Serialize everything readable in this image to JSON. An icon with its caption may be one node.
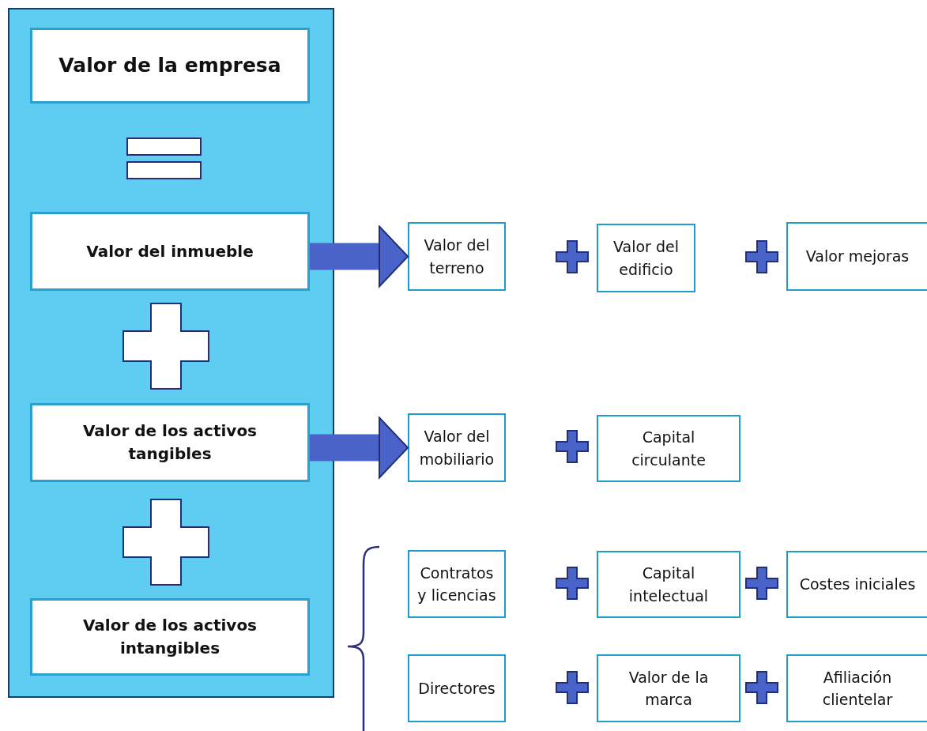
{
  "diagram": {
    "nodes": [
      {
        "text": [],
        "shape": "box"
      },
      {
        "text": [
          "Valor de la empresa"
        ],
        "in": 0
      },
      {
        "text": [
          "Valor del inmueble"
        ],
        "in": 0
      },
      {
        "text": [
          "Valor de los activos tangibles"
        ],
        "in": 0
      },
      {
        "text": [
          "Valor de los activos intangibles"
        ],
        "in": 0
      },
      {
        "text": [
          "Valor del terreno"
        ]
      },
      {
        "text": [
          "Valor del edificio"
        ]
      },
      {
        "text": [
          "Valor mejoras"
        ]
      },
      {
        "text": [
          "Valor del mobiliario"
        ]
      },
      {
        "text": [
          "Capital circulante"
        ]
      },
      {
        "text": [
          "Contratos y licencias"
        ]
      },
      {
        "text": [
          "Capital intelectual"
        ]
      },
      {
        "text": [
          "Costes iniciales"
        ]
      },
      {
        "text": [
          "Directores"
        ]
      },
      {
        "text": [
          "Valor de la marca"
        ]
      },
      {
        "text": [
          "Afiliación clientelar"
        ]
      }
    ],
    "edges": [
      {
        "from": 2,
        "to": 5,
        "arrow": "to"
      },
      {
        "from": 3,
        "to": 8,
        "arrow": "to"
      }
    ]
  }
}
